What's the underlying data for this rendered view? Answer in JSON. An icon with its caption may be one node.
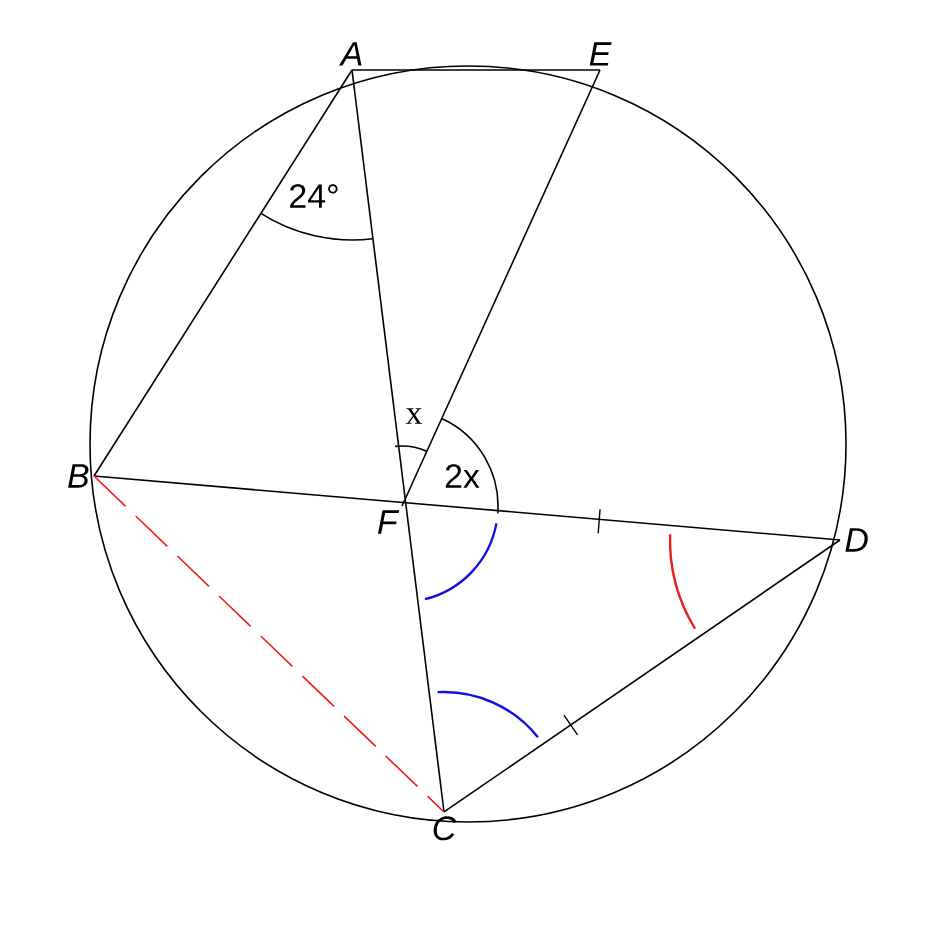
{
  "diagram": {
    "nodes": [
      {
        "text": [
          "A"
        ]
      },
      {
        "text": [
          "E"
        ]
      },
      {
        "text": [
          "B"
        ]
      },
      {
        "text": [
          "F"
        ]
      },
      {
        "text": [
          "D"
        ]
      },
      {
        "text": [
          "C"
        ]
      }
    ],
    "edges": [
      {
        "from": 0,
        "to": 1,
        "arrow": "none"
      },
      {
        "from": 0,
        "to": 2,
        "arrow": "none"
      },
      {
        "from": 0,
        "to": 5,
        "arrow": "none"
      },
      {
        "from": 1,
        "to": 3,
        "arrow": "none"
      },
      {
        "from": 2,
        "to": 4,
        "arrow": "none"
      },
      {
        "from": 5,
        "to": 4,
        "arrow": "none"
      },
      {
        "from": 2,
        "to": 5,
        "arrow": "none",
        "style": "dashed",
        "color": "#ee1c1c"
      }
    ],
    "labels": [
      "24°",
      "x",
      "2x"
    ]
  }
}
